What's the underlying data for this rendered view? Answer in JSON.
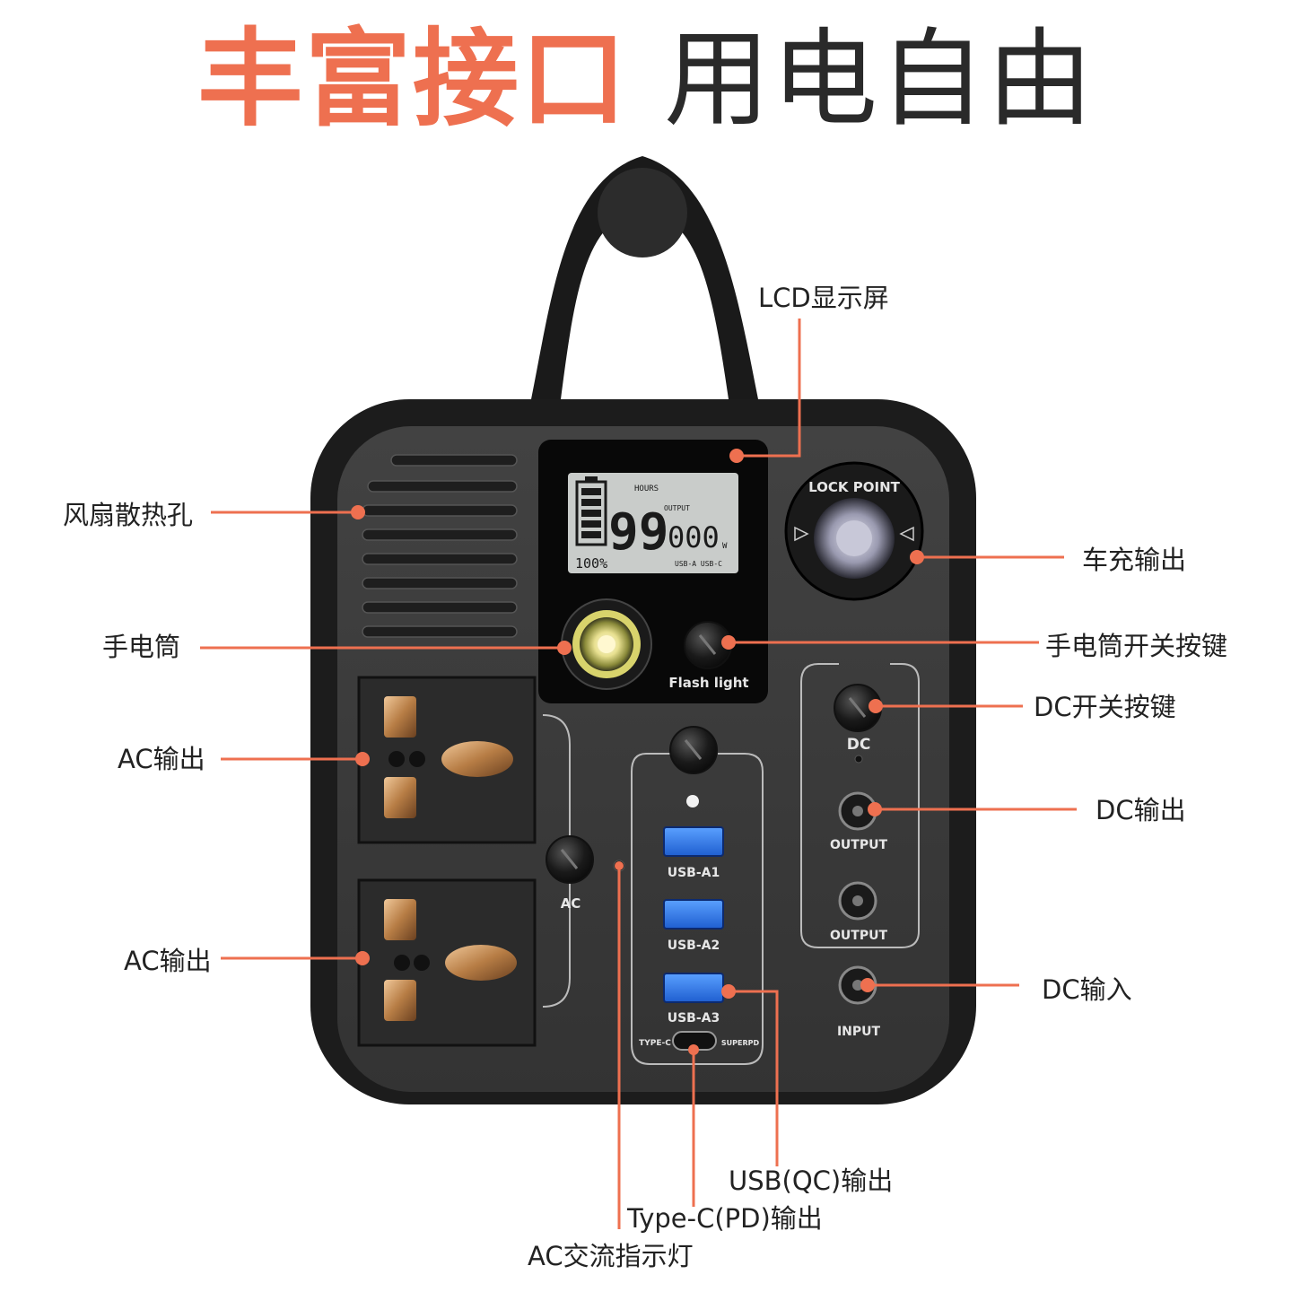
{
  "header": {
    "title_accent": "丰富接口",
    "title_dark": "用电自由"
  },
  "colors": {
    "accent": "#ee7050",
    "device_body": "#3a3a3a",
    "device_frame": "#1e1e1e",
    "lcd_bg": "#c9ccca"
  },
  "callouts": {
    "lcd": "LCD显示屏",
    "fan": "风扇散热孔",
    "car_charger": "车充输出",
    "flashlight": "手电筒",
    "flash_switch": "手电筒开关按键",
    "dc_switch": "DC开关按键",
    "ac_out_1": "AC输出",
    "ac_out_2": "AC输出",
    "dc_out": "DC输出",
    "dc_in": "DC输入",
    "usb_qc": "USB(QC)输出",
    "type_c": "Type-C(PD)输出",
    "ac_light": "AC交流指示灯"
  },
  "device": {
    "lcd": {
      "hours": "HOURS",
      "output": "OUTPUT",
      "big_digits": "99",
      "small_digits": "000",
      "unit": "W",
      "percent": "100%",
      "ports": "USB-A USB-C"
    },
    "lock_label": "LOCK POINT",
    "flash_label": "Flash light",
    "ac_label": "AC",
    "dc_label": "DC",
    "usb_a1": "USB-A1",
    "usb_a2": "USB-A2",
    "usb_a3": "USB-A3",
    "type_c_label": "TYPE-C",
    "superpd": "SUPERPD",
    "output_1": "OUTPUT",
    "output_2": "OUTPUT",
    "input": "INPUT"
  }
}
